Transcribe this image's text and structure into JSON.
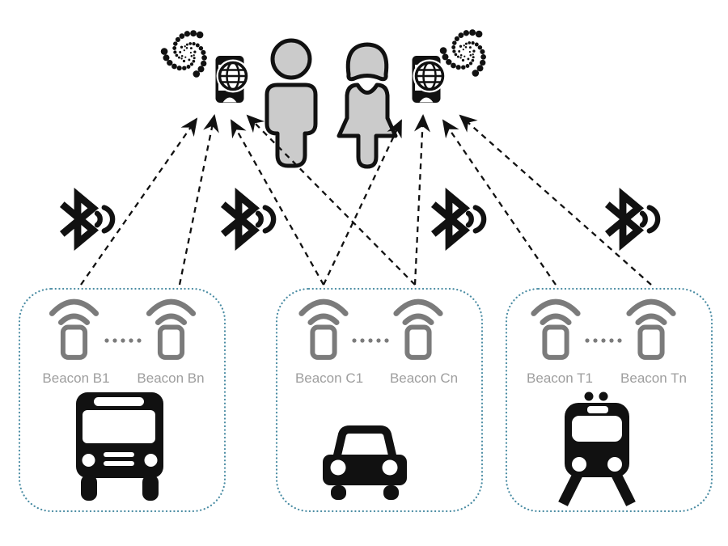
{
  "groups": [
    {
      "vehicle": "bus",
      "beacons": [
        {
          "label": "Beacon B1"
        },
        {
          "label": "Beacon Bn"
        }
      ]
    },
    {
      "vehicle": "car",
      "beacons": [
        {
          "label": "Beacon C1"
        },
        {
          "label": "Beacon Cn"
        }
      ]
    },
    {
      "vehicle": "train",
      "beacons": [
        {
          "label": "Beacon T1"
        },
        {
          "label": "Beacon Tn"
        }
      ]
    }
  ],
  "connections": [
    {
      "from": "beacon-b1",
      "to": "phone-left"
    },
    {
      "from": "beacon-bn",
      "to": "phone-left"
    },
    {
      "from": "beacon-c1",
      "to": "phone-left"
    },
    {
      "from": "beacon-cn",
      "to": "phone-left"
    },
    {
      "from": "beacon-c1",
      "to": "phone-right"
    },
    {
      "from": "beacon-cn",
      "to": "phone-right"
    },
    {
      "from": "beacon-t1",
      "to": "phone-right"
    },
    {
      "from": "beacon-tn",
      "to": "phone-right"
    }
  ],
  "colors": {
    "box_border": "#4a8ca3",
    "beacon_gray": "#7b7b7b",
    "label_gray": "#9e9e9e",
    "figure_fill": "#cbcbcb",
    "ink": "#111111"
  }
}
